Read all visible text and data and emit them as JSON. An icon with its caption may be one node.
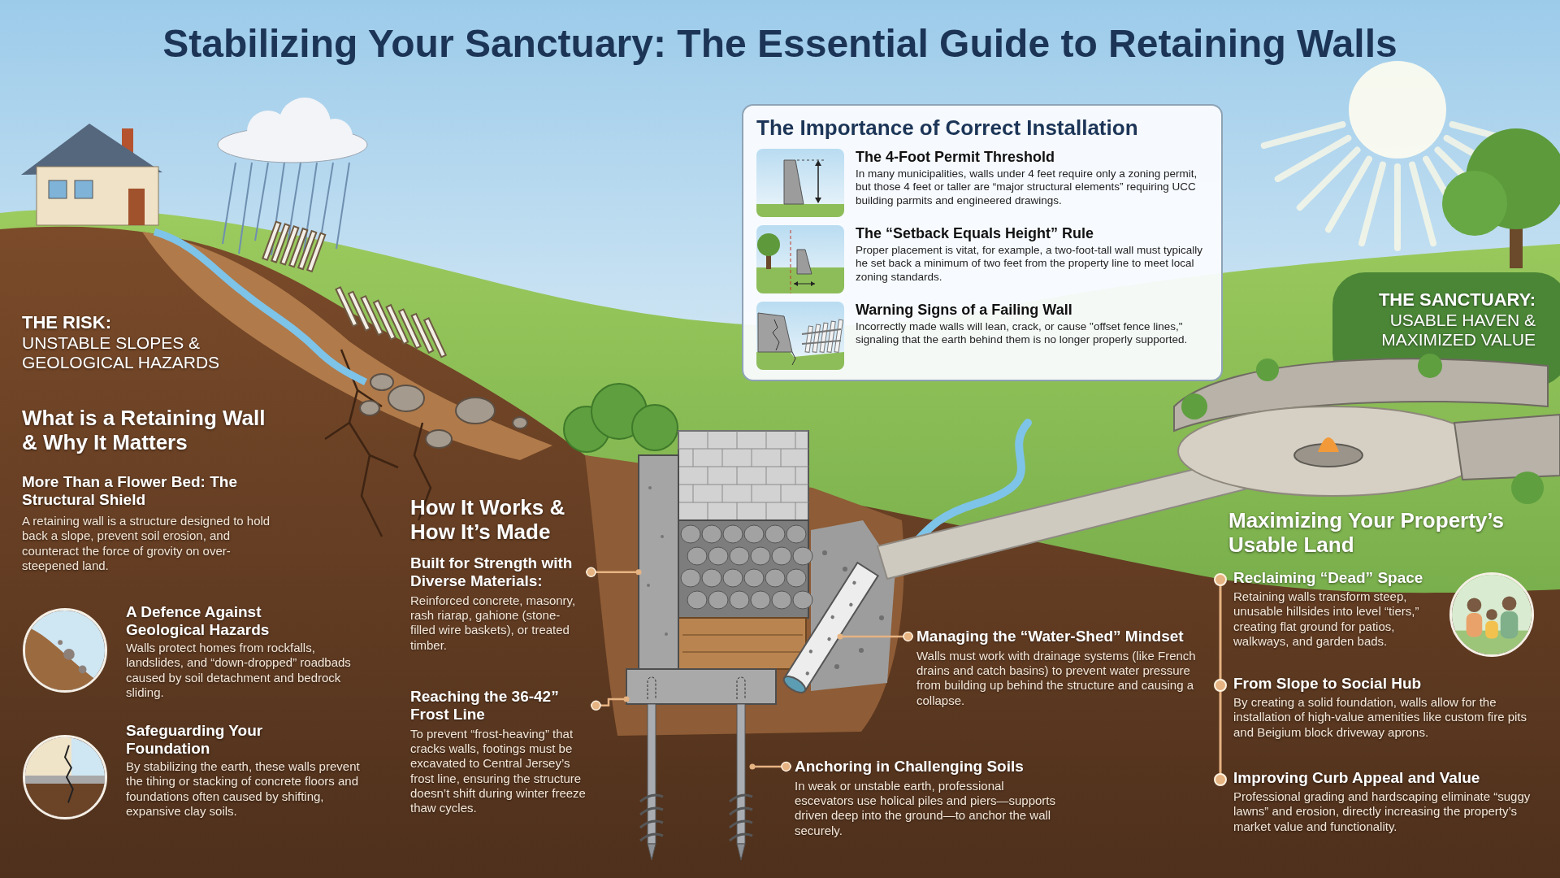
{
  "diagram": {
    "title": "Stabilizing Your Sanctuary: The Essential Guide to Retaining Walls",
    "nodes": [
      {
        "text": [
          "The Importance of Correct Installation"
        ]
      },
      {
        "text": [
          "The 4-Foot Permit Threshold",
          "In many municipalities, walls under 4 feet require only a zoning permit, but those 4 feet or taller are “major structural elements” requiring UCC building parmits and engineered drawings."
        ],
        "in": 0
      },
      {
        "text": [
          "The “Setback Equals Height” Rule",
          "Proper placement is vitat, for example, a two-foot-tall wall must typically he set back a minimum of two feet from the property line to meet local zoning standards."
        ],
        "in": 0
      },
      {
        "text": [
          "Warning Signs of a Failing Wall",
          "Incorrectly made walls will lean, crack, or cause \"offset fence lines,\" signaling that the earth behind them is no longer properly supported."
        ],
        "in": 0
      },
      {
        "text": [
          "Built for Strength with Diverse Materials:",
          "Reinforced concrete, masonry, rash riarap, gahione (stone-filled wire baskets), or treated timber."
        ]
      },
      {
        "text": [
          "Reaching the 36-42” Frost Line",
          "To prevent “frost-heaving” that cracks walls, footings must be excavated to Central Jersey’s frost line, ensuring the structure doesn’t shift during winter freeze thaw cycles."
        ]
      },
      {
        "text": [
          "Managing the “Water-Shed” Mindset",
          "Walls must work with drainage systems (like French drains and catch basins) to prevent water pressure from building up behind the structure and causing a collapse."
        ]
      },
      {
        "text": [
          "Anchoring in Challenging Soils",
          "In weak or unstable earth, professional escevators use holical piles and piers—supports driven deep into the ground—to anchor the wall securely."
        ]
      },
      {
        "text": [],
        "shape": "bar"
      },
      {
        "text": [],
        "shape": "box"
      },
      {
        "text": [],
        "shape": "cylinder"
      },
      {
        "text": [],
        "shape": "picture"
      }
    ],
    "edges": [
      {
        "from": 4,
        "to": 8,
        "arrow": "other"
      },
      {
        "from": 5,
        "to": 9,
        "arrow": "other"
      },
      {
        "from": 6,
        "to": 10,
        "arrow": "other"
      },
      {
        "from": 7,
        "to": 11,
        "arrow": "other"
      }
    ],
    "labels": [
      "THE RISK:",
      "UNSTABLE SLOPES & GEOLOGICAL HAZARDS",
      "What is a Retaining Wall & Why It Matters",
      "More Than a Flower Bed: The Structural Shield",
      "A retaining wall is a structure designed to hold back a slope, prevent soil erosion, and counteract the force of grovity on over-steepened land.",
      "A Defence Against Geological Hazards",
      "Walls protect homes from rockfalls, landslides, and “down-dropped” roadbads caused by soil detachment and bedrock sliding.",
      "Safeguarding Your Foundation",
      "By stabilizing the earth, these walls prevent the tihing or stacking of concrete floors and foundations often caused by shifting, expansive clay soils.",
      "How It Works & How It’s Made",
      "THE SANCTUARY:",
      "USABLE HAVEN & MAXIMIZED VALUE",
      "Maximizing Your Property’s Usable Land",
      "Reclaiming “Dead” Space",
      "Retaining walls transform steep, unusable hillsides into level “tiers,” creating flat ground for patios, walkways, and garden bads.",
      "From Slope to Social Hub",
      "By creating a solid foundation, walls allow for the installation of high-value amenities like custom fire pits and Beigium block driveway aprons.",
      "Improving Curb Appeal and Value",
      "Professional grading and hardscaping eliminate “suggy lawns” and erosion, directly increasing the property’s market value and functionality."
    ]
  }
}
